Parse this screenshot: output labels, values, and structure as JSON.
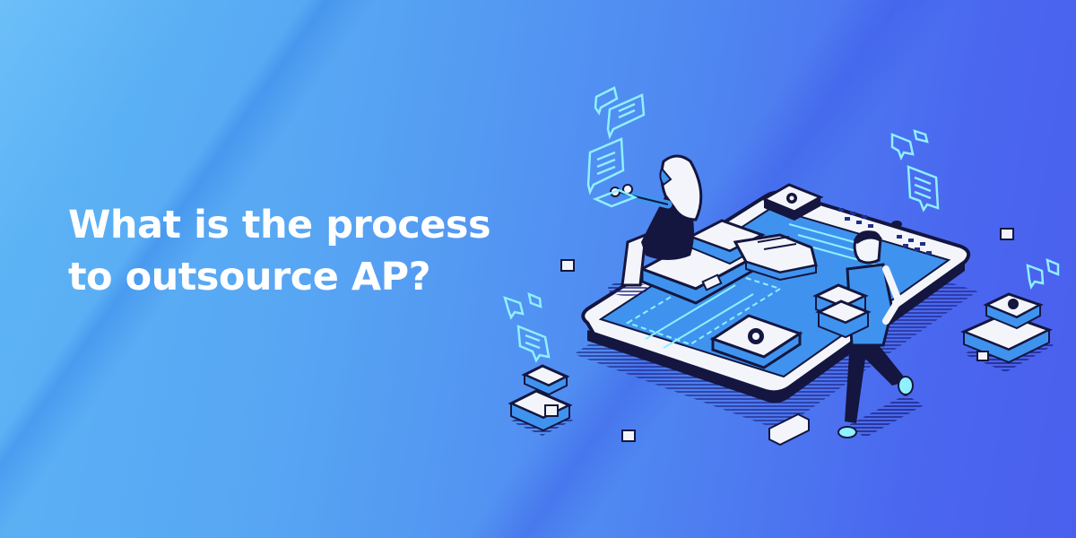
{
  "banner": {
    "headline": {
      "line1": "What is the process",
      "line2": "to outsource AP?"
    },
    "illustration": {
      "description": "Isometric illustration of a large smartphone lying flat with a seated woman using a floating keyboard, a man carrying boxes, floating chat bubbles, gear boxes and small cubes",
      "elements": [
        "smartphone",
        "seated-woman",
        "walking-man-with-boxes",
        "chat-bubbles",
        "gear-boxes",
        "pointing-hand",
        "small-cubes"
      ]
    },
    "colors": {
      "background_left": "#5db4f5",
      "background_right": "#4a5fee",
      "headline_text": "#ffffff",
      "outline_dark": "#14163f",
      "screen_blue": "#3f93ef",
      "bubble_stroke": "#8ff0ff",
      "object_white": "#f3f5fb"
    }
  }
}
